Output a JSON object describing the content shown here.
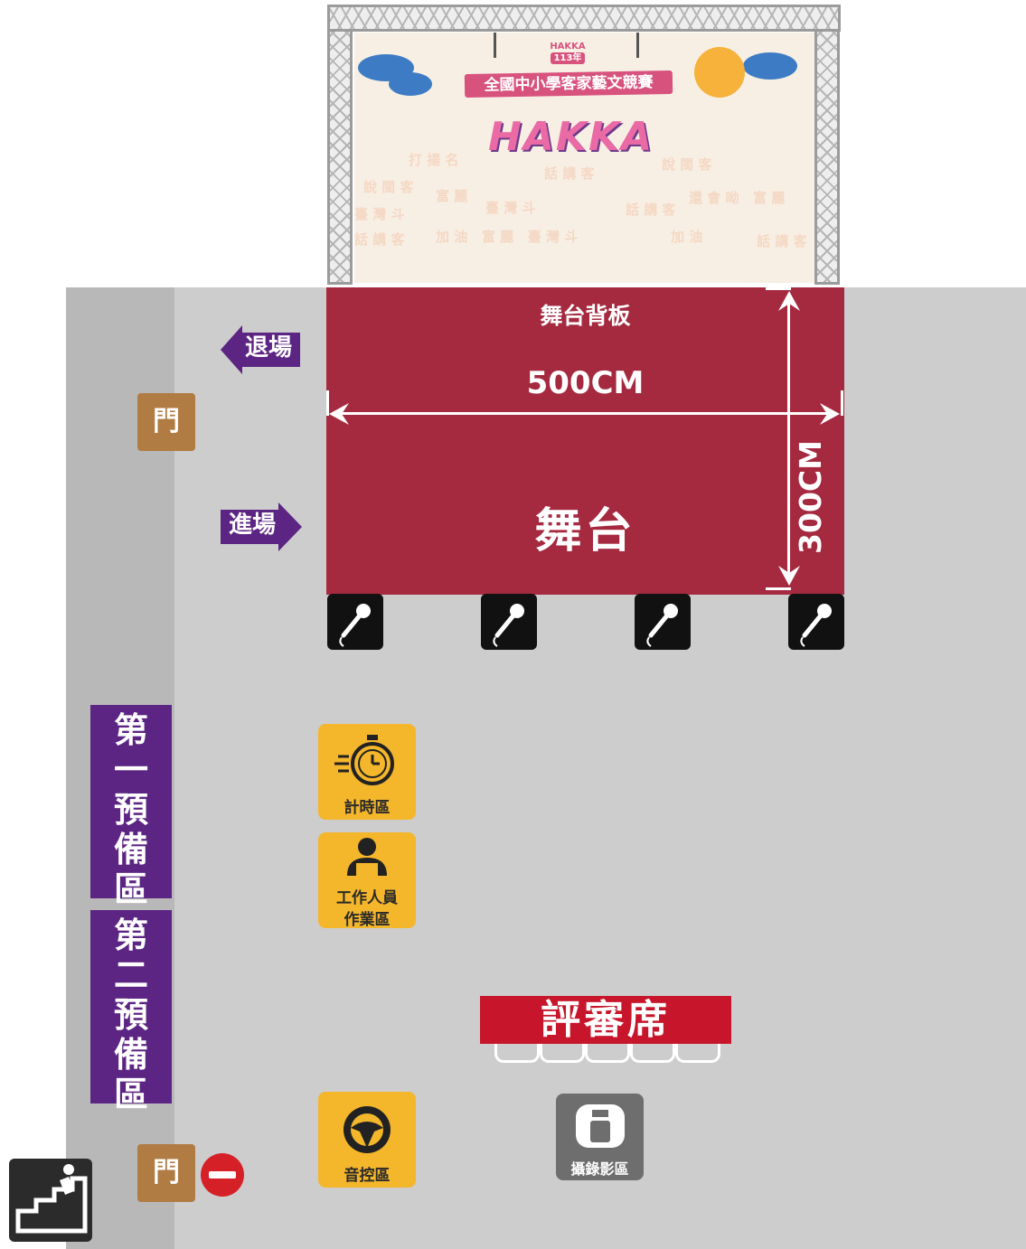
{
  "banner": {
    "logo_small": "HAKKA",
    "year": "113年",
    "title": "全國中小學客家藝文競賽",
    "logo_big": "HAKKA"
  },
  "stage": {
    "backdrop_label": "舞台背板",
    "width_label": "500CM",
    "name": "舞台",
    "depth_label": "300CM"
  },
  "exit_label": "退場",
  "entry_label": "進場",
  "door_label": "門",
  "prep_area_1": [
    "第",
    "一",
    "預",
    "備",
    "區"
  ],
  "prep_area_2": [
    "第",
    "二",
    "預",
    "備",
    "區"
  ],
  "timing_area": "計時區",
  "staff_area": [
    "工作人員",
    "作業區"
  ],
  "judge_table": "評審席",
  "sound_control": "音控區",
  "recording": "攝錄影區",
  "colors": {
    "stage": "#a52a40",
    "floor": "#cdcdcd",
    "prep": "#5c2583",
    "door": "#b07c44",
    "zone": "#f4b62b",
    "judge": "#c7162b"
  }
}
